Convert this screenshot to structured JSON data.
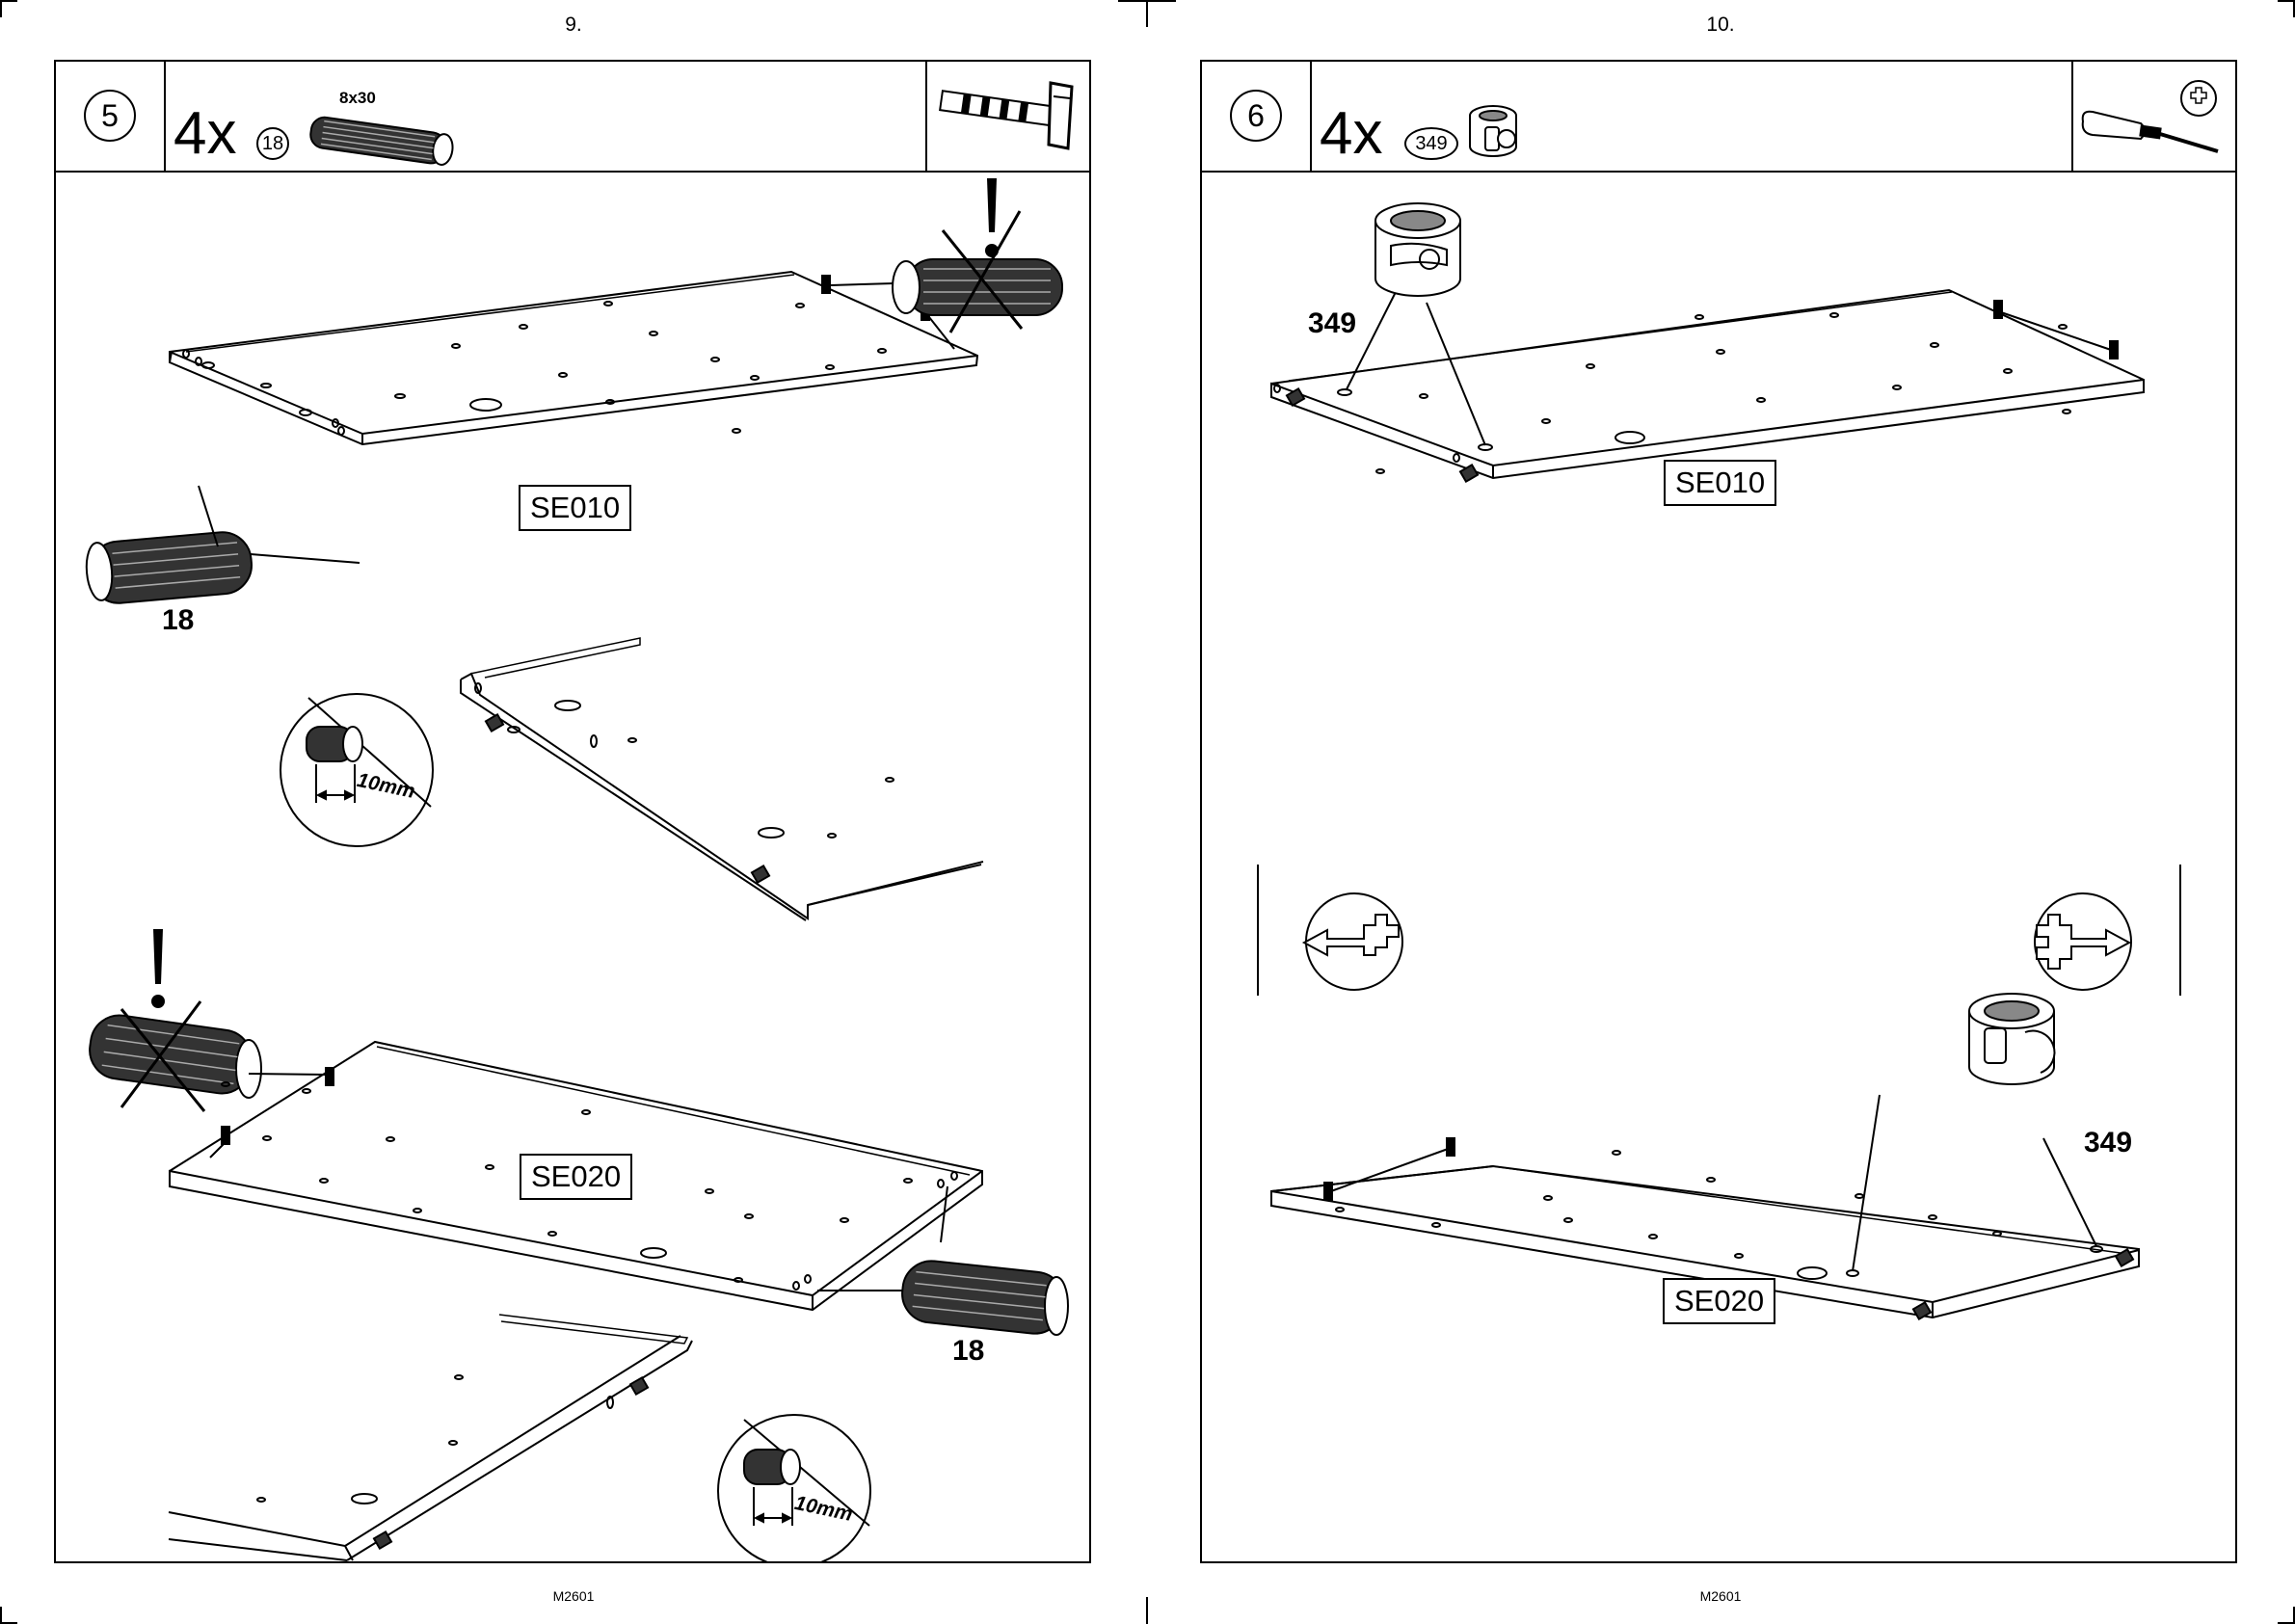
{
  "pages": [
    {
      "page_number": "9.",
      "footer": "M2601",
      "step": "5",
      "quantity": "4x",
      "part_no": "18",
      "part_size": "8x30",
      "tool_icon": "hammer-icon",
      "panels": [
        {
          "label": "SE010",
          "dowel_label": "18",
          "detail_label": "10mm"
        },
        {
          "label": "SE020",
          "dowel_label": "18",
          "detail_label": "10mm"
        }
      ]
    },
    {
      "page_number": "10.",
      "footer": "M2601",
      "step": "6",
      "quantity": "4x",
      "part_no": "349",
      "tool_icon": "phillips-screwdriver-icon",
      "panels": [
        {
          "label": "SE010",
          "cam_label": "349"
        },
        {
          "label": "SE020",
          "cam_label": "349"
        }
      ]
    }
  ]
}
